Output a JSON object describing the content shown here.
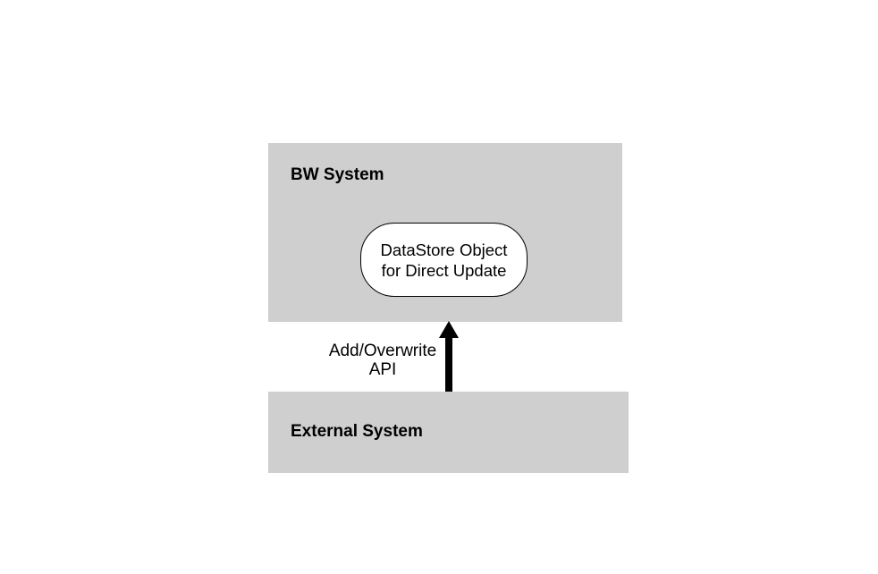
{
  "bw_system": {
    "label": "BW System"
  },
  "datastore_node": {
    "line1": "DataStore Object",
    "line2": "for Direct Update"
  },
  "arrow_label": {
    "line1": "Add/Overwrite",
    "line2": "API"
  },
  "external_system": {
    "label": "External System"
  },
  "colors": {
    "box_gray": "#CFCFCF",
    "arrow": "#000000",
    "node_border": "#000000",
    "node_fill": "#FFFFFF",
    "text": "#000000",
    "background": "#FFFFFF"
  }
}
